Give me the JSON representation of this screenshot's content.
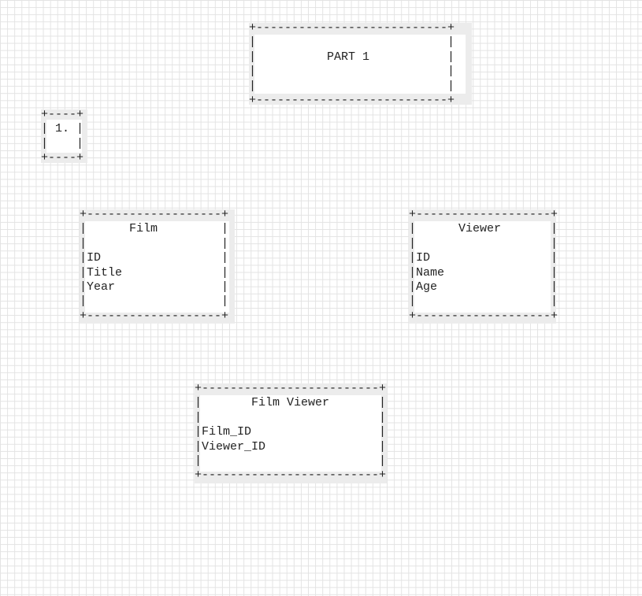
{
  "boxes": {
    "part1": {
      "lines": [
        "+---------------------------+",
        "|                           |",
        "|          PART 1           |",
        "|                           |",
        "|                           |",
        "+---------------------------+"
      ]
    },
    "step1": {
      "lines": [
        "+----+",
        "| 1. |",
        "|    |",
        "+----+"
      ]
    },
    "film": {
      "lines": [
        "+-------------------+",
        "|      Film         |",
        "|                   |",
        "|ID                 |",
        "|Title              |",
        "|Year               |",
        "|                   |",
        "+-------------------+"
      ]
    },
    "viewer": {
      "lines": [
        "+-------------------+",
        "|      Viewer       |",
        "|                   |",
        "|ID                 |",
        "|Name               |",
        "|Age                |",
        "|                   |",
        "+-------------------+"
      ]
    },
    "film_viewer": {
      "lines": [
        "+-------------------------+",
        "|       Film Viewer       |",
        "|                         |",
        "|Film_ID                  |",
        "|Viewer_ID                |",
        "|                         |",
        "+-------------------------+"
      ]
    }
  }
}
